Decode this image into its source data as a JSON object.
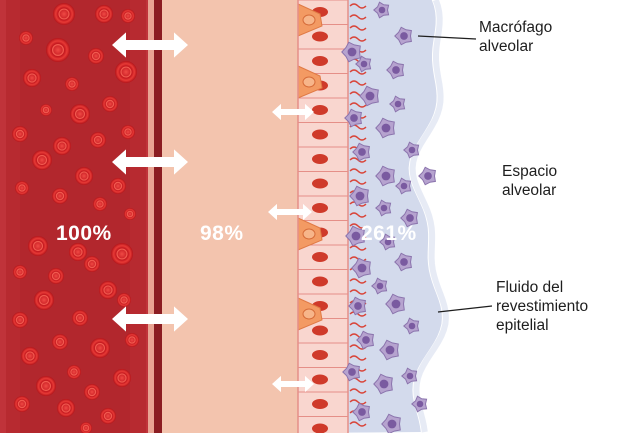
{
  "percentages": {
    "vessel": "100%",
    "interstitium": "98%",
    "airspace": "261%"
  },
  "labels": {
    "macrophage": [
      "Macrófago",
      "alveolar"
    ],
    "alveolar_space": [
      "Espacio",
      "alveolar"
    ],
    "lining_fluid": [
      "Fluido del",
      "revestimiento",
      "epitelial"
    ]
  },
  "colors": {
    "blood": "#b72a30",
    "vessel_wall": "#8b1d22",
    "red_cell": "#e3262b",
    "interstitium": "#f3c4ae",
    "epithelium": "#f9d6cf",
    "nucleus": "#cf3a2a",
    "type2_cell": "#f39a63",
    "lining_fluid": "#d3daec",
    "macrophage": "#7a5aa0",
    "arrow": "#ffffff"
  }
}
